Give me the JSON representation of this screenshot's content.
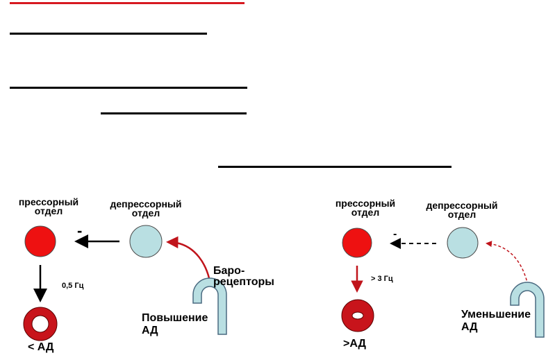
{
  "colors": {
    "accent_line": "#d71920",
    "pressor_fill": "#ee1111",
    "depressor_fill": "#b9dfe2",
    "vessel_fill": "#c8141b",
    "receptor_fill": "#b9dfe2",
    "arrow_red": "#c0141b",
    "arrow_black": "#000000"
  },
  "left_panel": {
    "pressor_label_1": "прессорный",
    "pressor_label_2": "отдел",
    "depressor_label_1": "депрессорный",
    "depressor_label_2": "отдел",
    "inhibit_sign": "-",
    "frequency": "0,5 Гц",
    "receptor_label_1": "Баро-",
    "receptor_label_2": "рецепторы",
    "pressure_change_1": "Повышение",
    "pressure_change_2": "АД",
    "result": "< АД"
  },
  "right_panel": {
    "pressor_label_1": "прессорный",
    "pressor_label_2": "отдел",
    "depressor_label_1": "депрессорный",
    "depressor_label_2": "отдел",
    "inhibit_sign": "-",
    "frequency": "> 3 Гц",
    "pressure_change_1": "Уменьшение",
    "pressure_change_2": "АД",
    "result": ">АД"
  }
}
